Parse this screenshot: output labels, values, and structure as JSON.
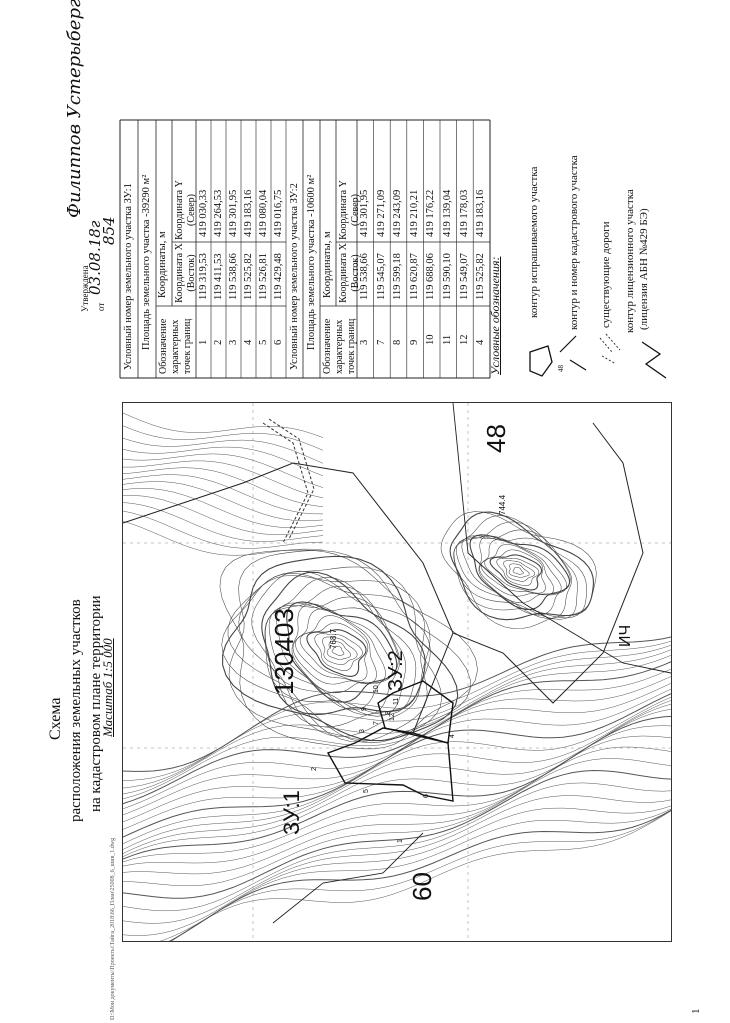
{
  "approval": {
    "label": "Утверждена",
    "from": "от",
    "date_handwritten": "03.08.18г",
    "number_handwritten": "854",
    "signature": "Филиппов Устерыберг"
  },
  "title": {
    "line1": "Схема",
    "line2": "расположения земельных участков",
    "line3": "на кадастровом плане территории"
  },
  "scale": "Масштаб 1:5 000",
  "file_path": "D:\\Мои документы\\Проекты\\Тайга_2018\\66_План\\25008_6_шив_1.dwg",
  "page_number": "1",
  "table": {
    "zu1": {
      "header": "Условный номер земельного участка ЗУ:1",
      "area": "Площадь земельного участка -39290 м²",
      "col_point": "Обозначение характерных точек границ",
      "col_coords": "Координаты, м",
      "col_x": "Координата X (Восток)",
      "col_y": "Координата Y (Север)",
      "rows": [
        {
          "p": "1",
          "x": "119 319,53",
          "y": "419 030,33"
        },
        {
          "p": "2",
          "x": "119 411,53",
          "y": "419 264,53"
        },
        {
          "p": "3",
          "x": "119 538,66",
          "y": "419 301,95"
        },
        {
          "p": "4",
          "x": "119 525,82",
          "y": "419 183,16"
        },
        {
          "p": "5",
          "x": "119 526,81",
          "y": "419 080,04"
        },
        {
          "p": "6",
          "x": "119 429,48",
          "y": "419 016,75"
        }
      ]
    },
    "zu2": {
      "header": "Условный номер земельного участка ЗУ:2",
      "area": "Площадь земельного участка -10600 м²",
      "col_point": "Обозначение характерных точек границ",
      "col_coords": "Координаты, м",
      "col_x": "Координата X (Восток)",
      "col_y": "Координата Y (Север)",
      "rows": [
        {
          "p": "3",
          "x": "119 538,66",
          "y": "419 301,95"
        },
        {
          "p": "7",
          "x": "119 545,07",
          "y": "419 271,09"
        },
        {
          "p": "8",
          "x": "119 599,18",
          "y": "419 243,09"
        },
        {
          "p": "9",
          "x": "119 620,87",
          "y": "419 210,21"
        },
        {
          "p": "10",
          "x": "119 688,06",
          "y": "419 176,22"
        },
        {
          "p": "11",
          "x": "119 590,10",
          "y": "419 139,04"
        },
        {
          "p": "12",
          "x": "119 549,07",
          "y": "419 178,03"
        },
        {
          "p": "4",
          "x": "119 525,82",
          "y": "419 183,16"
        }
      ]
    }
  },
  "legend": {
    "title": "Условные обозначения:",
    "items": [
      {
        "icon": "parcel-outline-icon",
        "label": "контур испрашиваемого участка"
      },
      {
        "icon": "cadastral-contour-icon",
        "label": "контур и номер кадастрового участка",
        "number": "48"
      },
      {
        "icon": "road-icon",
        "label": "существующие дороги"
      },
      {
        "icon": "license-contour-icon",
        "label": "контур лицензионного участка",
        "label2": "(лицензия АБН №429 БЭ)"
      }
    ]
  },
  "map": {
    "cadastral_main": "130403",
    "cadastral_48": "48",
    "cadastral_60": "60",
    "parcel_1": "ЗУ:1",
    "parcel_2": "ЗУ:2",
    "elev_1": "768.7",
    "elev_2": "744.4",
    "fragment_label": "ИЧ",
    "point_labels": [
      "1",
      "2",
      "3",
      "4",
      "5",
      "6",
      "7",
      "8",
      "9",
      "10",
      "11",
      "12"
    ]
  }
}
